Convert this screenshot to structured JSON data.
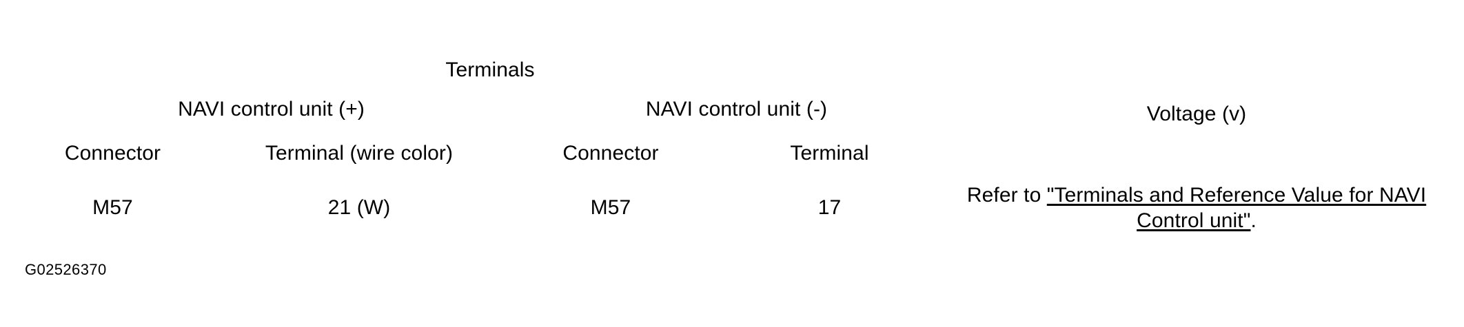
{
  "table": {
    "group_header": {
      "terminals": "Terminals",
      "voltage": "Voltage (v)"
    },
    "sub_headers": {
      "navi_positive": "NAVI control unit (+)",
      "navi_negative": "NAVI control unit (-)"
    },
    "column_headers": {
      "connector_positive": "Connector",
      "terminal_wire_color": "Terminal (wire color)",
      "connector_negative": "Connector",
      "terminal_negative": "Terminal"
    },
    "rows": [
      {
        "connector_positive": "M57",
        "terminal_wire_color": "21 (W)",
        "connector_negative": "M57",
        "terminal_negative": "17",
        "voltage_prefix": "Refer to",
        "voltage_link": "\"Terminals and Reference Value for NAVI Control unit\"",
        "voltage_suffix": "."
      }
    ]
  },
  "figure": {
    "id": "G02526370"
  },
  "colors": {
    "rule": "#000000",
    "text": "#000000",
    "background": "#ffffff"
  }
}
